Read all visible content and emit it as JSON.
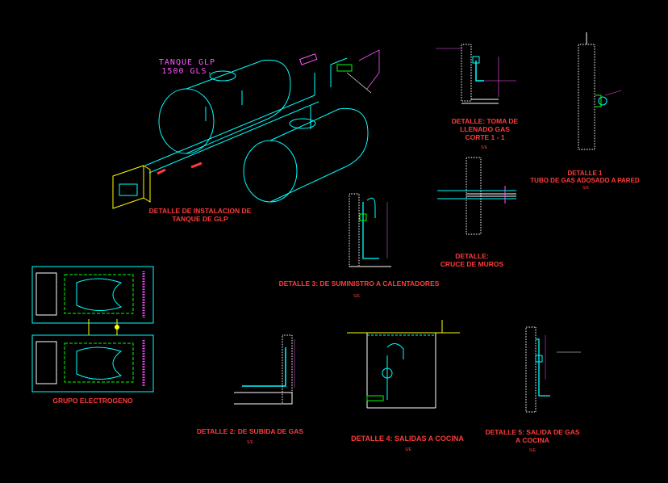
{
  "colors": {
    "background": "#000000",
    "cyan": "#00ffff",
    "magenta": "#ff55ff",
    "red": "#ff3b3b",
    "yellow": "#ffff00",
    "green": "#00ff00",
    "white": "#ffffff",
    "orange": "#ff8800"
  },
  "tank": {
    "label": "TANQUE GLP\n1500 GLS."
  },
  "titles": {
    "instalacion": "DETALLE DE INSTALACION DE\nTANQUE DE GLP",
    "toma_llenado": "DETALLE: TOMA DE\nLLENADO GAS\nCORTE 1 - 1",
    "detalle1": "DETALLE 1\nTUBO DE GAS ADOSADO A PARED",
    "cruce_muros": "DETALLE:\nCRUCE DE MUROS",
    "detalle3": "DETALLE 3: DE SUMINISTRO A CALENTADORES",
    "grupo": "GRUPO ELECTROGENO",
    "detalle2": "DETALLE 2: DE SUBIDA DE GAS",
    "detalle4": "DETALLE 4: SALIDAS A COCINA",
    "detalle5": "DETALLE 5: SALIDA DE GAS\nA COCINA"
  },
  "scale": "S/E"
}
